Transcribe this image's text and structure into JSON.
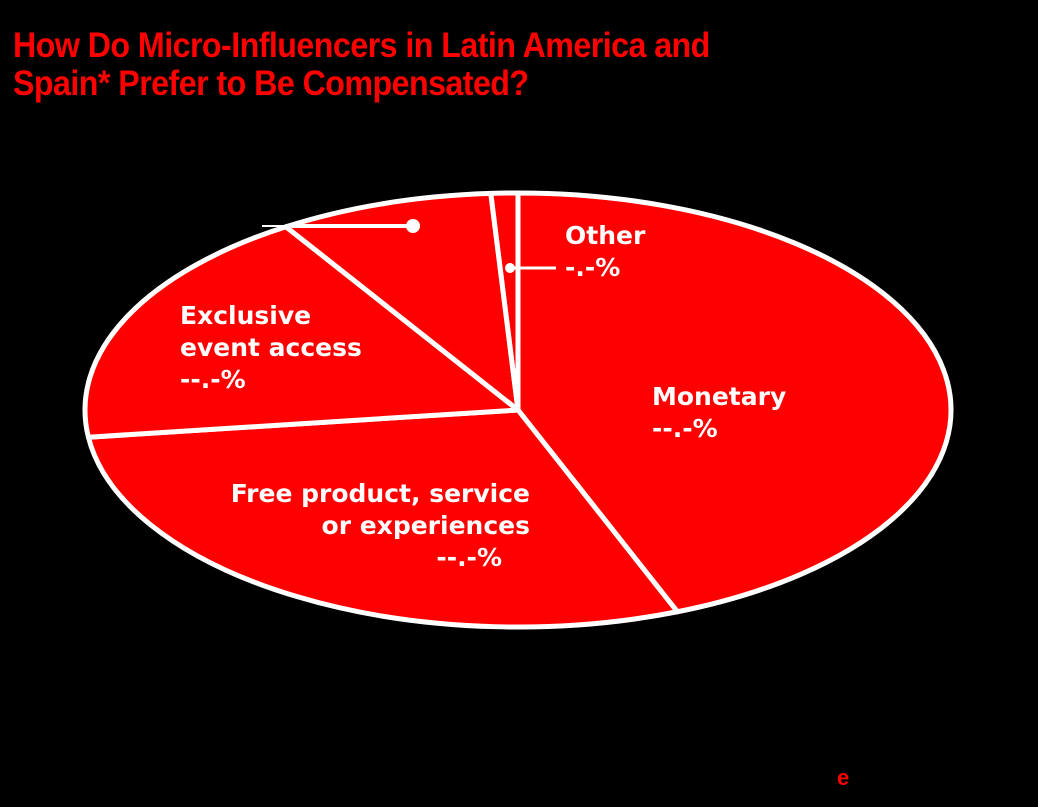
{
  "title": {
    "line1": "How Do Micro-Influencers in Latin America and",
    "line2": "Spain* Prefer to Be Compensated?"
  },
  "labels": {
    "monetary": {
      "name": "Monetary",
      "value": "--.-%"
    },
    "free": {
      "name_line1": "Free product, service",
      "name_line2": "or experiences",
      "value": "--.-%"
    },
    "exclusive": {
      "name_line1": "Exclusive",
      "name_line2": "event access",
      "value": "--.-%"
    },
    "other": {
      "name": "Other",
      "value": "-.-%"
    }
  },
  "logo": {
    "text": "e"
  },
  "colors": {
    "background": "#000000",
    "slice_fill": "#ff0000",
    "slice_stroke": "#ffffff",
    "title": "#ff0000",
    "label_text": "#ffffff"
  },
  "chart_data": {
    "type": "pie",
    "title": "How Do Micro-Influencers in Latin America and Spain* Prefer to Be Compensated?",
    "categories": [
      "Monetary",
      "Free product, service or experiences",
      "Exclusive event access",
      "(unlabeled)",
      "Other"
    ],
    "values": [
      44,
      29,
      18,
      8,
      1
    ],
    "value_labels_displayed": [
      "--.-%",
      "--.-%",
      "--.-%",
      "",
      "-.-%"
    ],
    "note": "Percentages on the image are masked; values are estimated from slice angles",
    "start_angle_deg": -90,
    "direction": "clockwise",
    "legend": "none (direct labels)"
  }
}
